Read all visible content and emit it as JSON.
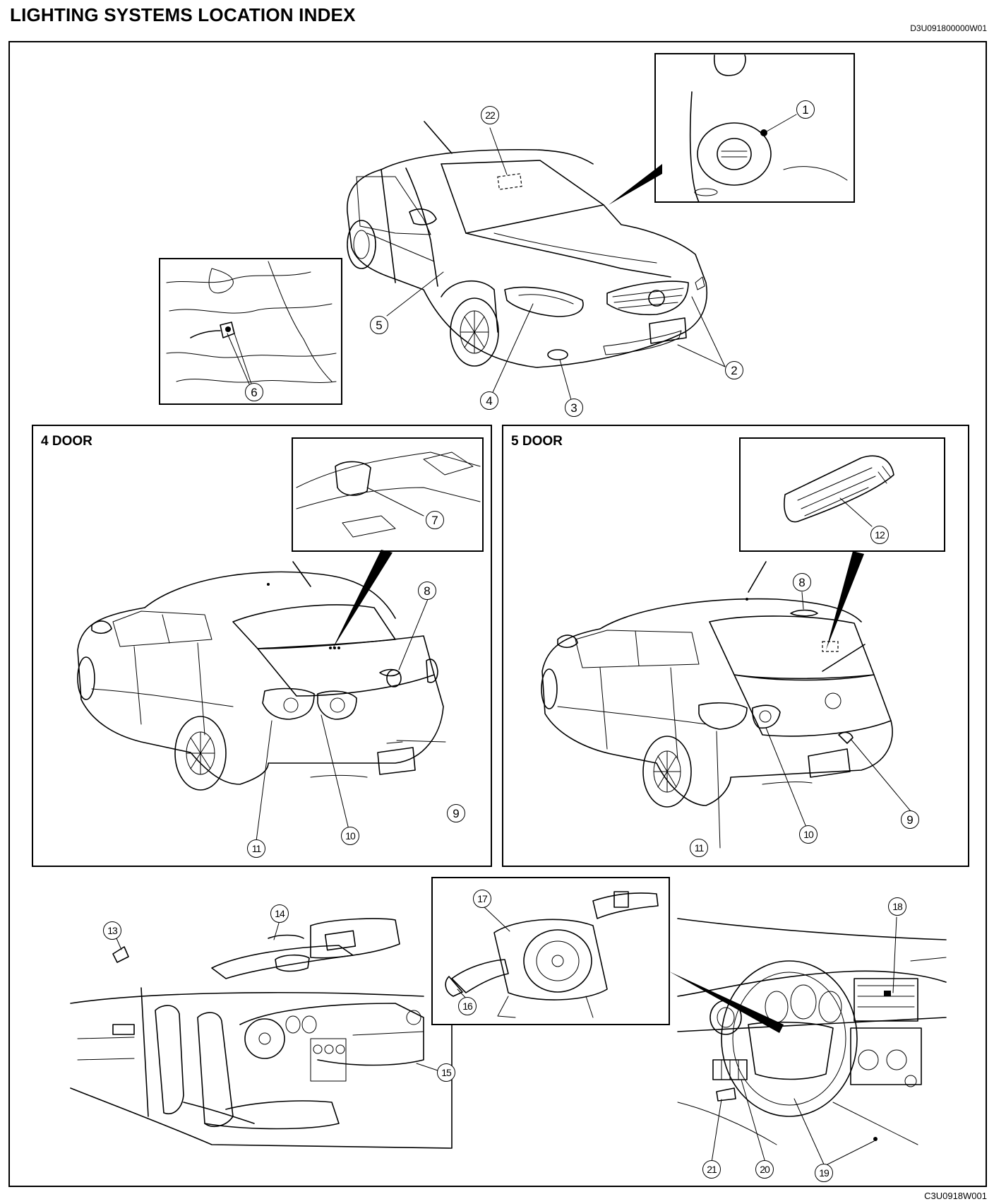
{
  "header": {
    "title": "LIGHTING SYSTEMS LOCATION INDEX",
    "doc_code": "D3U091800000W01"
  },
  "panels": {
    "four_door": "4 DOOR",
    "five_door": "5 DOOR"
  },
  "callouts": [
    "1",
    "2",
    "3",
    "4",
    "5",
    "6",
    "7",
    "8",
    "9",
    "10",
    "11",
    "12",
    "13",
    "14",
    "15",
    "16",
    "17",
    "18",
    "19",
    "20",
    "21",
    "22"
  ],
  "footer": {
    "figure_code": "C3U0918W001"
  }
}
